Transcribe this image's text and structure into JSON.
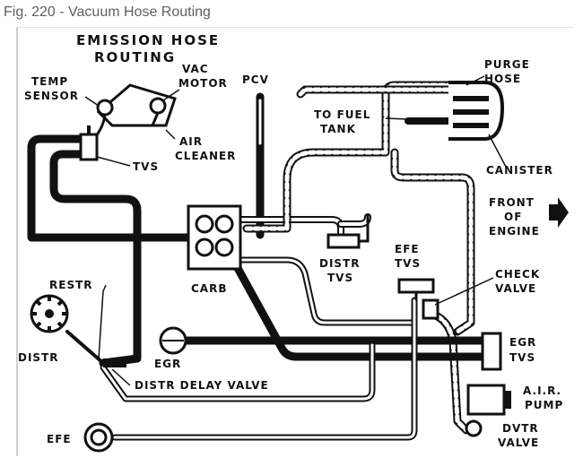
{
  "caption": "Fig. 220 - Vacuum Hose Routing",
  "title": {
    "line1": "EMISSION HOSE",
    "line2": "ROUTING"
  },
  "labels": {
    "temp_sensor_1": "TEMP",
    "temp_sensor_2": "SENSOR",
    "vac_motor_1": "VAC",
    "vac_motor_2": "MOTOR",
    "pcv": "PCV",
    "purge_hose_1": "PURGE",
    "purge_hose_2": "HOSE",
    "to_fuel_tank_1": "TO FUEL",
    "to_fuel_tank_2": "TANK",
    "air_cleaner_1": "AIR",
    "air_cleaner_2": "CLEANER",
    "tvs": "TVS",
    "canister": "CANISTER",
    "front_of_engine_1": "FRONT",
    "front_of_engine_2": "OF",
    "front_of_engine_3": "ENGINE",
    "distr_tvs_1": "DISTR",
    "distr_tvs_2": "TVS",
    "efe_tvs_1": "EFE",
    "efe_tvs_2": "TVS",
    "check_valve_1": "CHECK",
    "check_valve_2": "VALVE",
    "carb": "CARB",
    "restr": "RESTR",
    "distr": "DISTR",
    "egr": "EGR",
    "egr_tvs_1": "EGR",
    "egr_tvs_2": "TVS",
    "distr_delay_valve": "DISTR DELAY VALVE",
    "air_pump_1": "A.I.R.",
    "air_pump_2": "PUMP",
    "efe": "EFE",
    "dvtr_valve_1": "DVTR",
    "dvtr_valve_2": "VALVE"
  },
  "colors": {
    "ink": "#111111",
    "caption": "#5f5f5f",
    "paper": "#ffffff"
  }
}
